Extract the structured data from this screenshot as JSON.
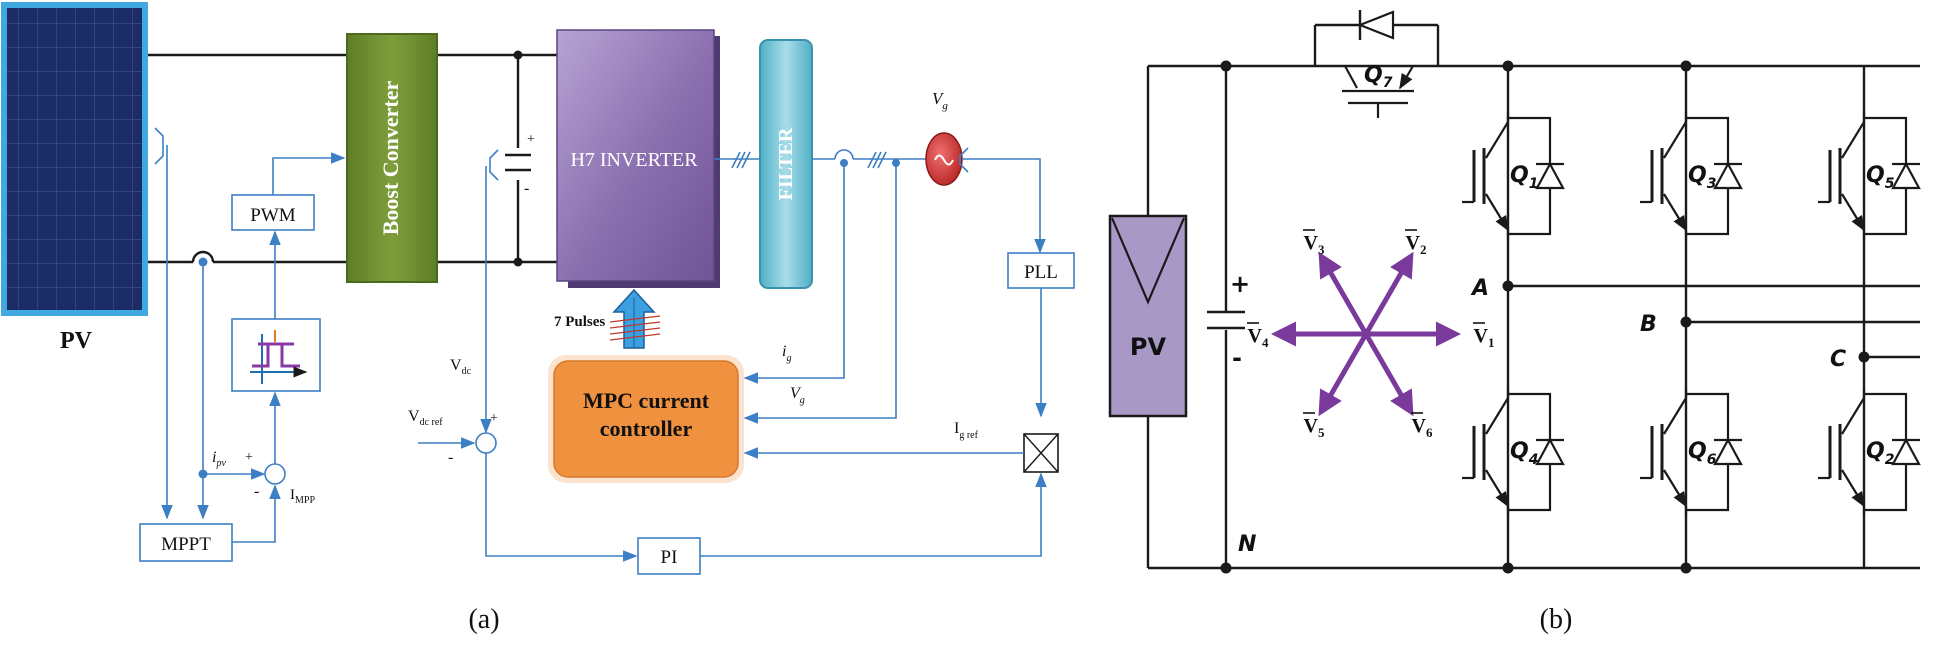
{
  "panel_a": {
    "caption": "(a)",
    "pv_label": "PV",
    "boost_label": "Boost Converter",
    "inverter_label": "H7 INVERTER",
    "filter_label": "FILTER",
    "pwm_label": "PWM",
    "mppt_label": "MPPT",
    "pll_label": "PLL",
    "pi_label": "PI",
    "mpc_line1": "MPC current",
    "mpc_line2": "controller",
    "pulses_label": "7 Pulses",
    "vg_sym": "V",
    "vg_sub": "g",
    "ig_sym": "i",
    "ig_sub": "g",
    "vdc_sym": "V",
    "vdc_sub": "dc",
    "vdcref_sub": "dc ref",
    "ipv_sym": "i",
    "ipv_sub": "pv",
    "impp_sym": "I",
    "impp_sub": "MPP",
    "igref_sym": "I",
    "igref_sub": "g ref",
    "plus": "+",
    "minus": "-"
  },
  "panel_b": {
    "caption": "(b)",
    "pv_label": "PV",
    "q7": "Q",
    "q7_sub": "7",
    "switches": [
      {
        "letter": "Q",
        "sub": "1"
      },
      {
        "letter": "Q",
        "sub": "3"
      },
      {
        "letter": "Q",
        "sub": "5"
      },
      {
        "letter": "Q",
        "sub": "4"
      },
      {
        "letter": "Q",
        "sub": "6"
      },
      {
        "letter": "Q",
        "sub": "2"
      }
    ],
    "phase_a": "A",
    "phase_b": "B",
    "phase_c": "C",
    "neutral": "N",
    "cap_plus": "+",
    "cap_minus": "-",
    "vectors": [
      {
        "sym": "V",
        "sub": "1"
      },
      {
        "sym": "V",
        "sub": "2"
      },
      {
        "sym": "V",
        "sub": "3"
      },
      {
        "sym": "V",
        "sub": "4"
      },
      {
        "sym": "V",
        "sub": "5"
      },
      {
        "sym": "V",
        "sub": "6"
      }
    ]
  },
  "colors": {
    "pv_panel": "#1c2c66",
    "pv_frame": "#3fa9e0",
    "boost": "#6a8a2e",
    "inverter": "#8f74b3",
    "filter": "#6cc2d6",
    "mpc": "#f0913f",
    "signal_wire": "#3d7fc4",
    "vector_arrows": "#7a3a9c",
    "pv_box_b": "#a898c6"
  }
}
